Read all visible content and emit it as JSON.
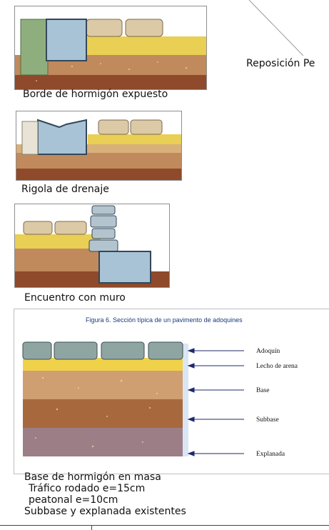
{
  "page": {
    "top_right_label": "Reposición Pe"
  },
  "figures": [
    {
      "caption": "Borde de hormigón expuesto"
    },
    {
      "caption": "Rigola de drenaje"
    },
    {
      "caption": "Encuentro con muro"
    }
  ],
  "section_figure": {
    "title": "Figura 6. Sección típica de un pavimento de adoquines",
    "layers": [
      "Adoquín",
      "Lecho de arena",
      "Base",
      "Subbase",
      "Explanada"
    ],
    "caption_lines": [
      "Base de hormigón en masa",
      "Tráfico rodado e=15cm",
      "peatonal e=10cm",
      "Subbase y explanada existentes"
    ]
  },
  "colors": {
    "concrete_blue": "#a9c3d6",
    "paver_beige": "#dcc9a6",
    "sand_yellow": "#f0d24a",
    "base_tan": "#c89a6c",
    "subbase_brown": "#a2643a",
    "explanada_mauve": "#9c7f86",
    "arrow_navy": "#1f2a6b"
  }
}
